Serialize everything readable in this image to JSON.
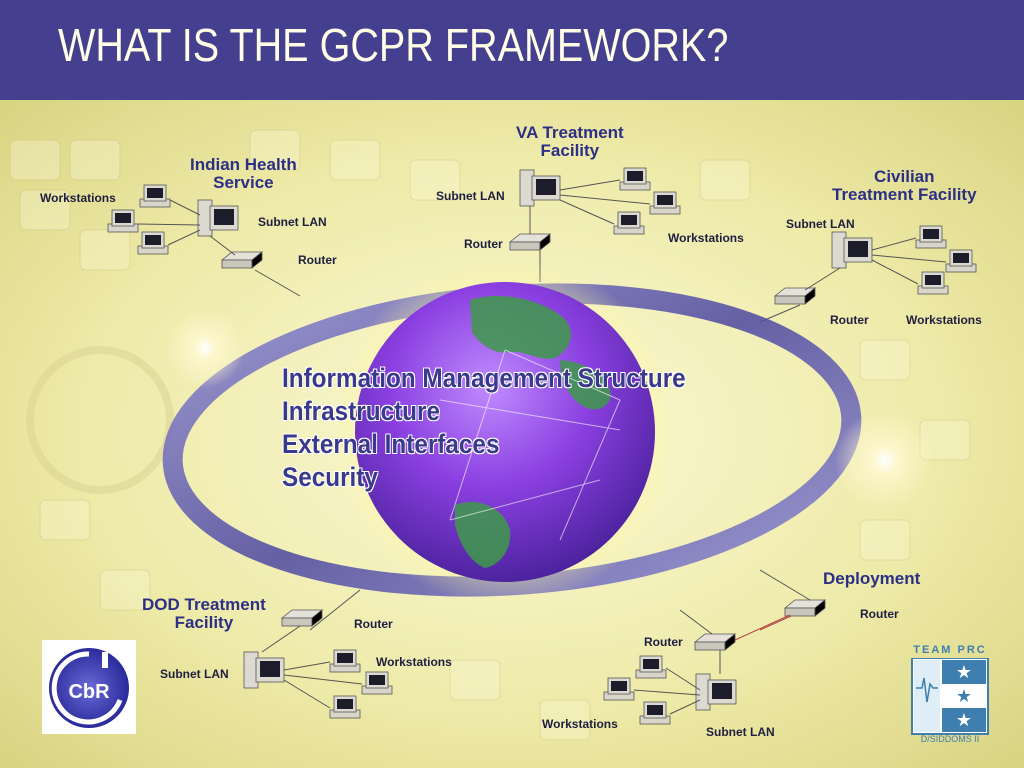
{
  "slide": {
    "title": "WHAT IS THE GCPR FRAMEWORK?"
  },
  "framework_items": [
    "Information Management Structure",
    "Infrastructure",
    "External Interfaces",
    "Security"
  ],
  "sites": {
    "ihs": {
      "name_line1": "Indian Health",
      "name_line2": "Service",
      "workstations": "Workstations",
      "subnet": "Subnet LAN",
      "router": "Router"
    },
    "va": {
      "name_line1": "VA Treatment",
      "name_line2": "Facility",
      "subnet": "Subnet LAN",
      "router": "Router",
      "workstations": "Workstations"
    },
    "civilian": {
      "name_line1": "Civilian",
      "name_line2": "Treatment Facility",
      "subnet": "Subnet LAN",
      "router": "Router",
      "workstations": "Workstations"
    },
    "dod": {
      "name_line1": "DOD Treatment",
      "name_line2": "Facility",
      "router": "Router",
      "subnet": "Subnet LAN",
      "workstations": "Workstations"
    },
    "deployment": {
      "name": "Deployment",
      "router_top": "Router",
      "router": "Router",
      "workstations": "Workstations",
      "subnet": "Subnet LAN"
    }
  },
  "logos": {
    "left_text": "CbR",
    "right_top": "TEAM PRC",
    "right_bottom": "D/SIDDOMS II"
  },
  "colors": {
    "title_bar": "#44408f",
    "title_text": "#fffde6",
    "label": "#2c2f86",
    "globe": "#7b3fc4",
    "ring": "#5a56a8",
    "background": "#f3f0b8"
  }
}
